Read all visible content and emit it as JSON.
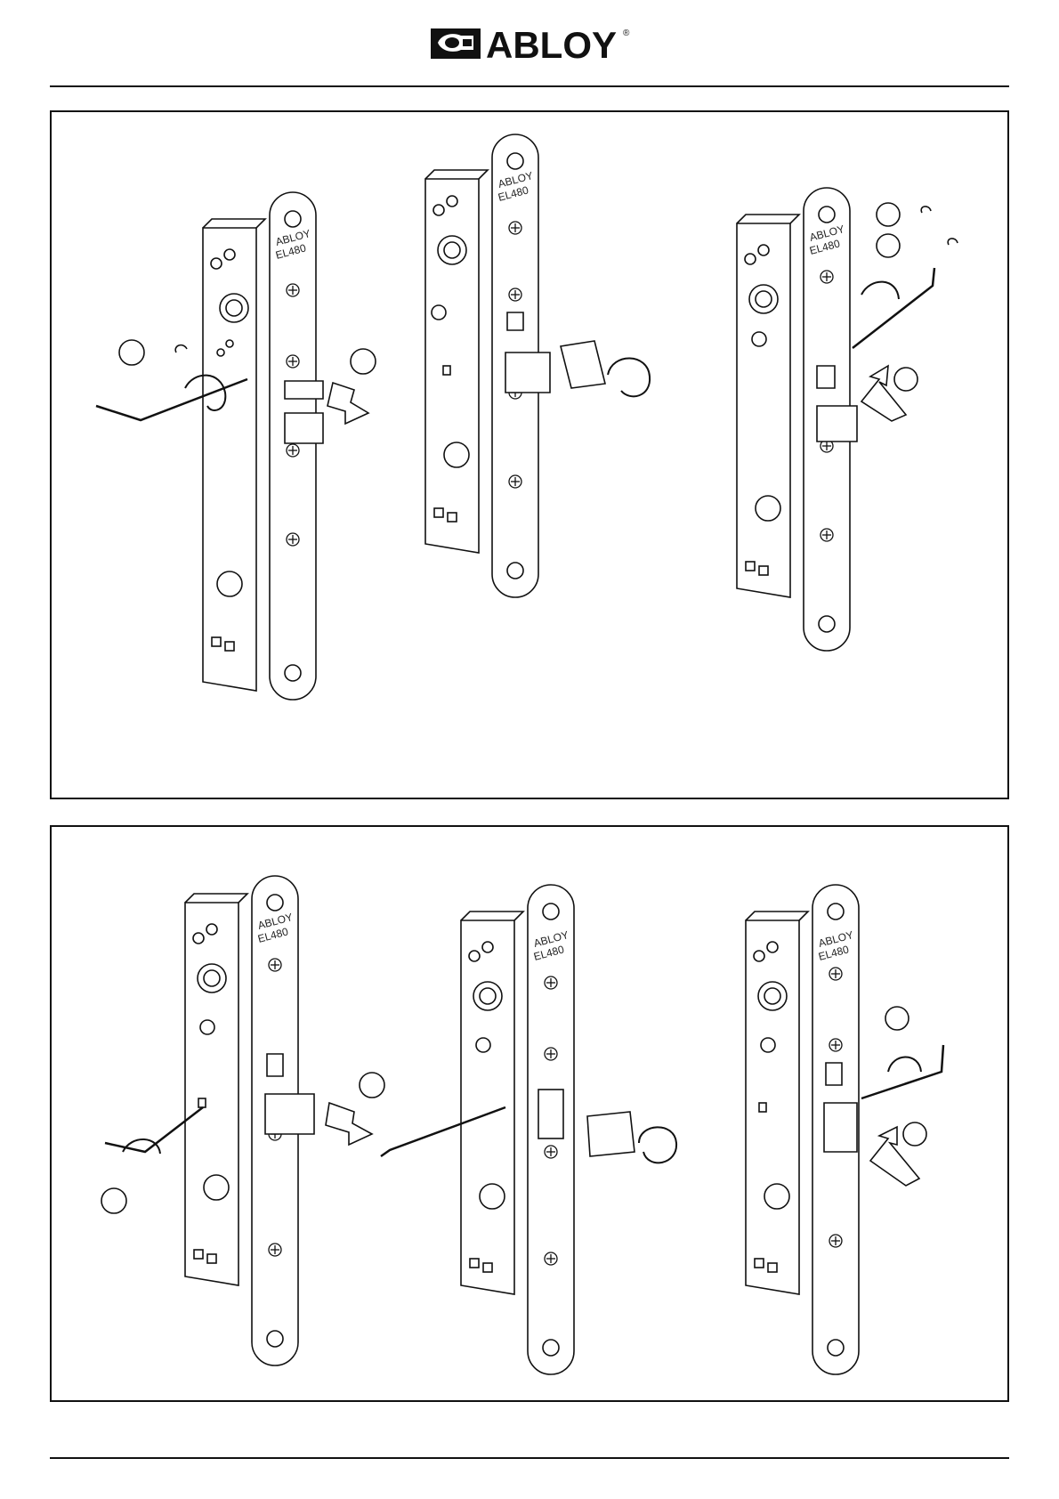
{
  "header": {
    "brand_name": "ABLOY",
    "registered_mark": "®"
  },
  "lock": {
    "label_line1": "ABLOY",
    "label_line2": "EL480"
  },
  "icons": [
    "abloy-logo-icon",
    "rotate-arrow-icon",
    "push-arrow-icon",
    "hex-key-icon",
    "step-circle-icon"
  ],
  "panels": [
    {
      "name": "panel-top",
      "figures": 3
    },
    {
      "name": "panel-bottom",
      "figures": 3
    }
  ]
}
